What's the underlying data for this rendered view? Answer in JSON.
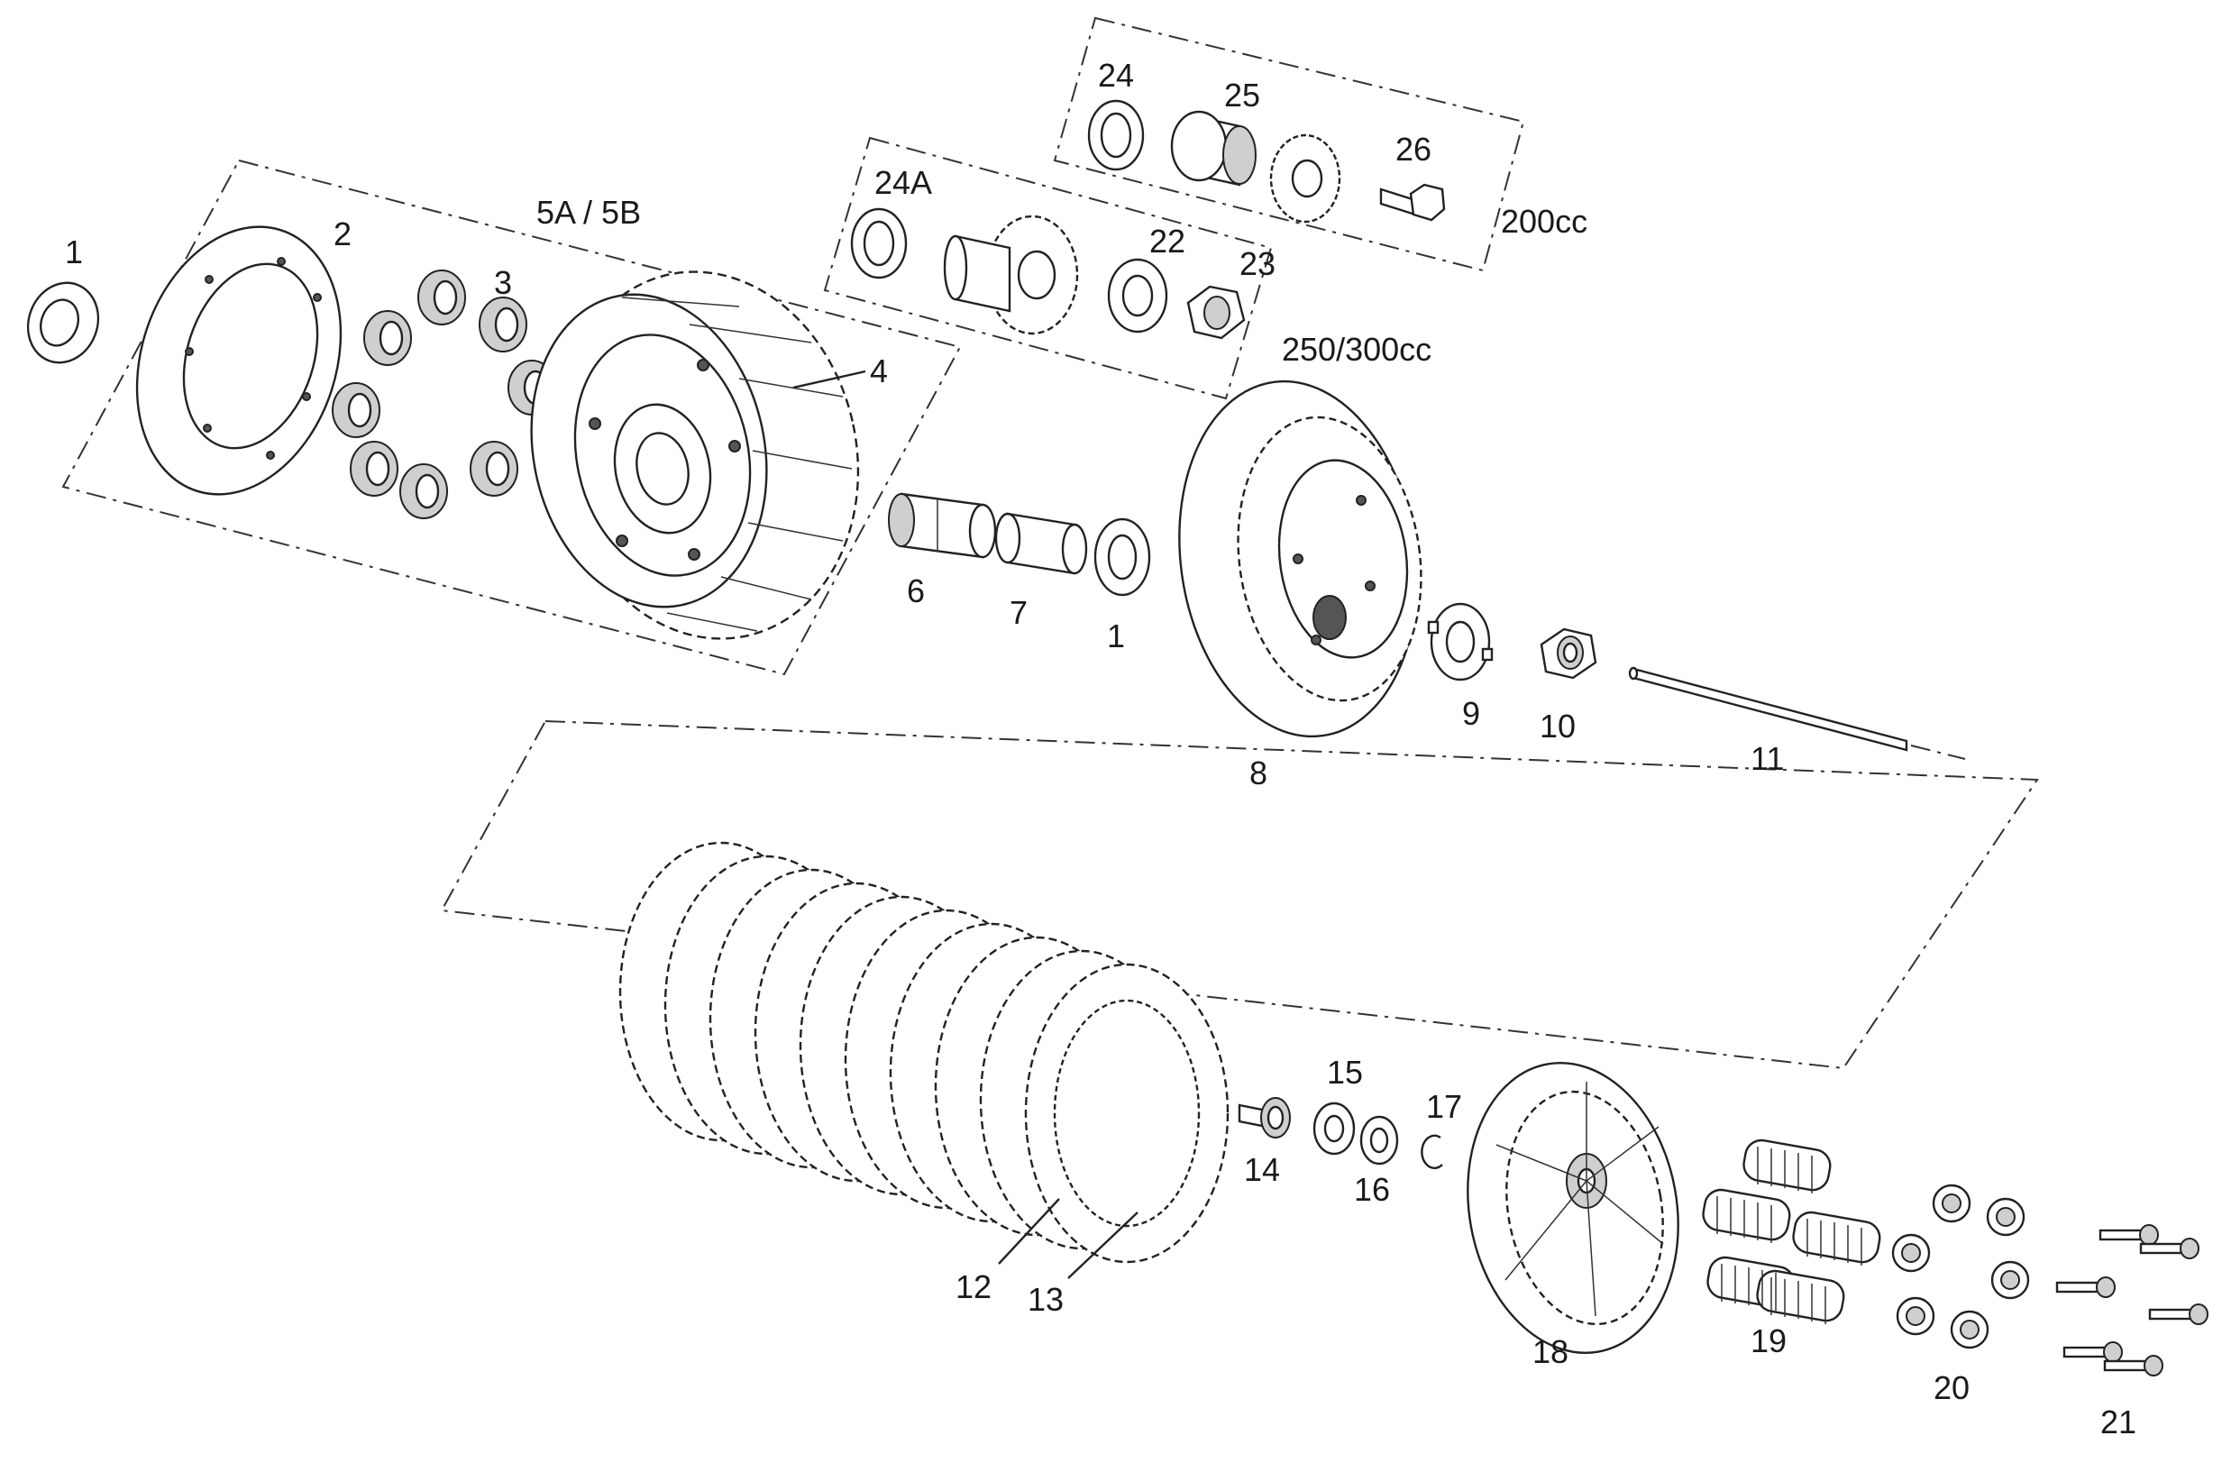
{
  "diagram": {
    "parts": [
      {
        "id": "p1a",
        "label": "1"
      },
      {
        "id": "p2",
        "label": "2"
      },
      {
        "id": "p3",
        "label": "3"
      },
      {
        "id": "p4",
        "label": "4"
      },
      {
        "id": "p5",
        "label": "5A / 5B"
      },
      {
        "id": "p6",
        "label": "6"
      },
      {
        "id": "p7",
        "label": "7"
      },
      {
        "id": "p1b",
        "label": "1"
      },
      {
        "id": "p8",
        "label": "8"
      },
      {
        "id": "p9",
        "label": "9"
      },
      {
        "id": "p10",
        "label": "10"
      },
      {
        "id": "p11",
        "label": "11"
      },
      {
        "id": "p12",
        "label": "12"
      },
      {
        "id": "p13",
        "label": "13"
      },
      {
        "id": "p14",
        "label": "14"
      },
      {
        "id": "p15",
        "label": "15"
      },
      {
        "id": "p16",
        "label": "16"
      },
      {
        "id": "p17",
        "label": "17"
      },
      {
        "id": "p18",
        "label": "18"
      },
      {
        "id": "p19",
        "label": "19"
      },
      {
        "id": "p20",
        "label": "20"
      },
      {
        "id": "p21",
        "label": "21"
      },
      {
        "id": "p22",
        "label": "22"
      },
      {
        "id": "p23",
        "label": "23"
      },
      {
        "id": "p24",
        "label": "24"
      },
      {
        "id": "p24a",
        "label": "24A"
      },
      {
        "id": "p25",
        "label": "25"
      },
      {
        "id": "p26",
        "label": "26"
      }
    ],
    "variants": {
      "small": "200cc",
      "large": "250/300cc"
    }
  }
}
